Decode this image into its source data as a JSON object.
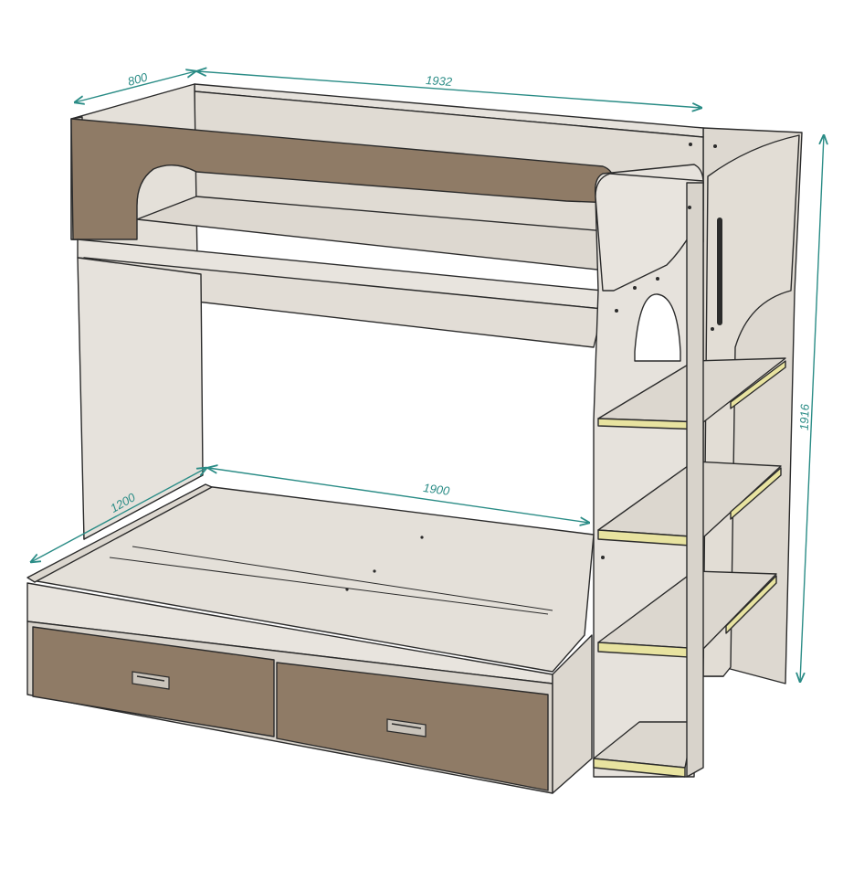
{
  "colors": {
    "wood_light": "#e6e2dc",
    "wood_mid": "#d8d3cb",
    "wood_shadow": "#c9c3ba",
    "accent_brown": "#8f7b66",
    "edge_yellow": "#e8e3a0",
    "dimension": "#2a8c86",
    "outline": "#2b2b2b"
  },
  "dimensions": {
    "top_depth": "800",
    "top_length": "1932",
    "height": "1916",
    "bottom_width": "1200",
    "bottom_length": "1900"
  },
  "icons": {
    "drawer_handle": "drawer-handle-icon",
    "side_handle": "side-grab-handle-icon"
  }
}
